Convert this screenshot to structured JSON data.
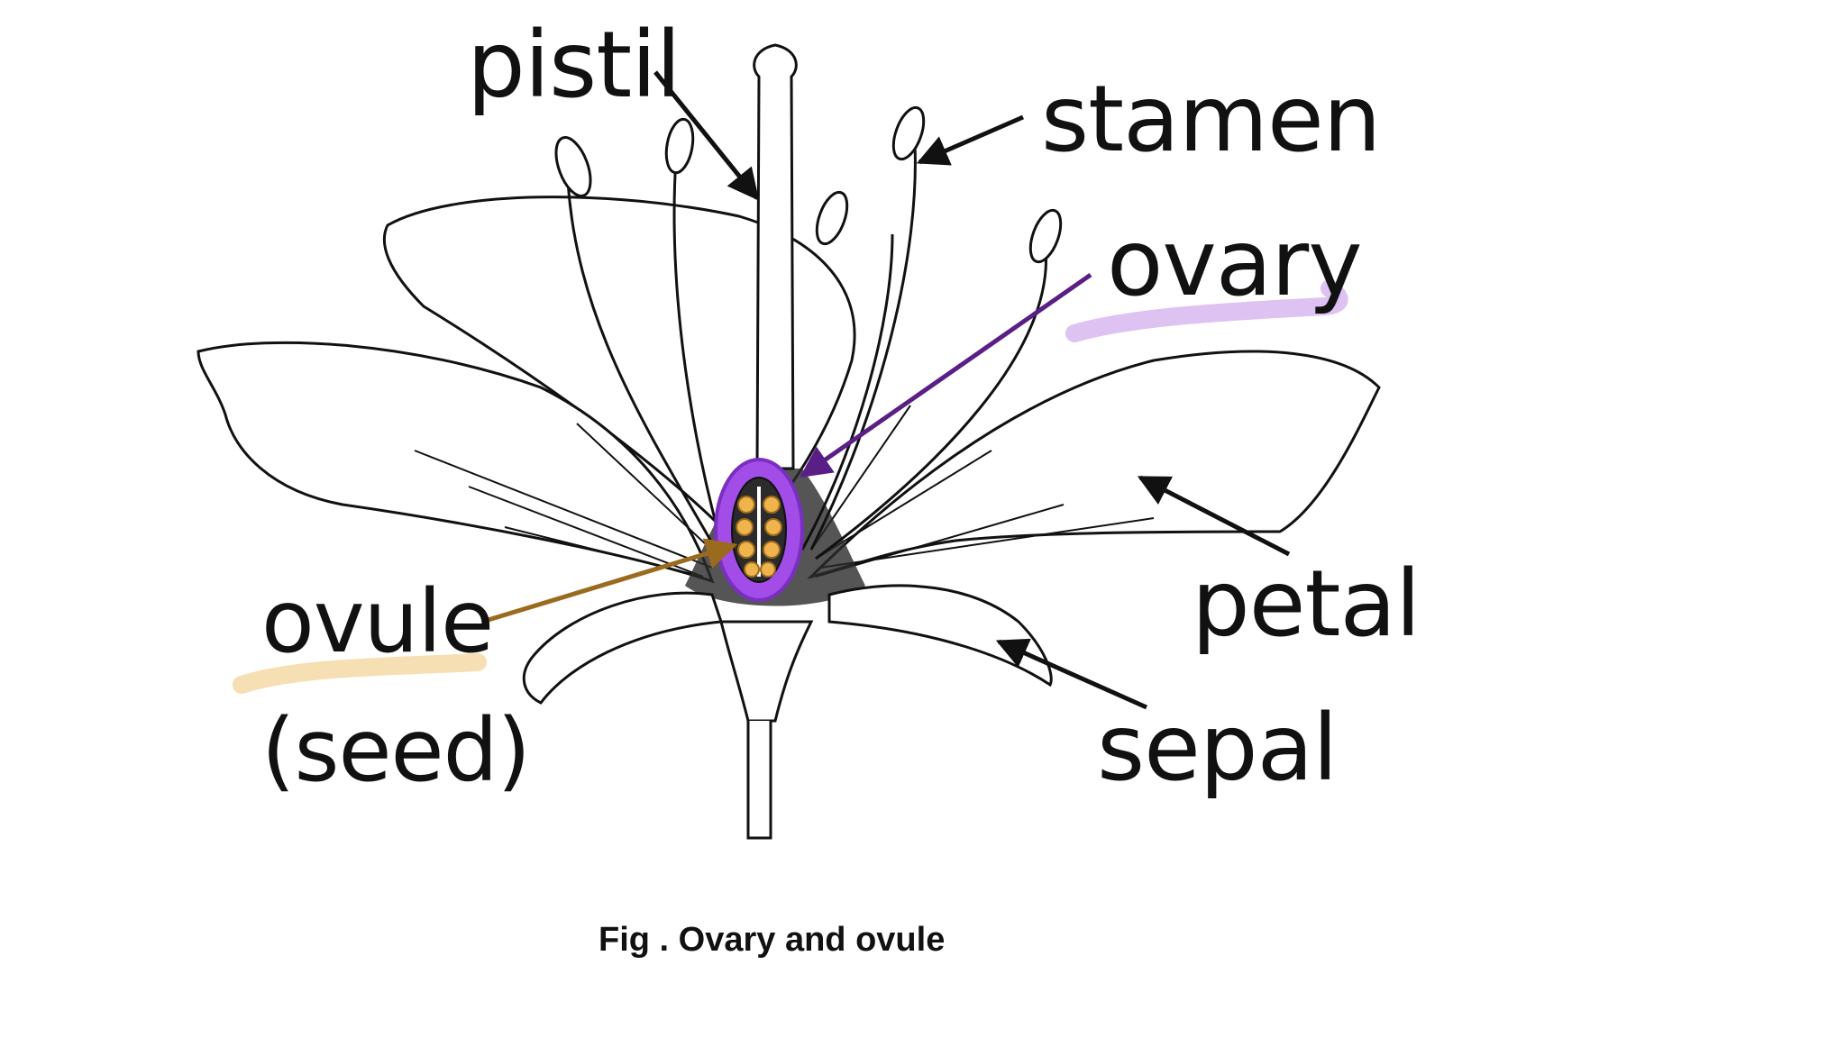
{
  "labels": {
    "pistil": "pistil",
    "stamen": "stamen",
    "ovary": "ovary",
    "ovule": "ovule",
    "seed": "(seed)",
    "petal": "petal",
    "sepal": "sepal"
  },
  "caption": "Fig . Ovary and ovule",
  "colors": {
    "ovary": "#a24de8",
    "ovary_arrow": "#5a1f86",
    "ovule": "#f0b44c",
    "ovule_arrow": "#9a6a1f",
    "ovary_highlight": "#ddc2f2",
    "ovule_highlight": "#f6dfb2",
    "outline": "#111111"
  }
}
